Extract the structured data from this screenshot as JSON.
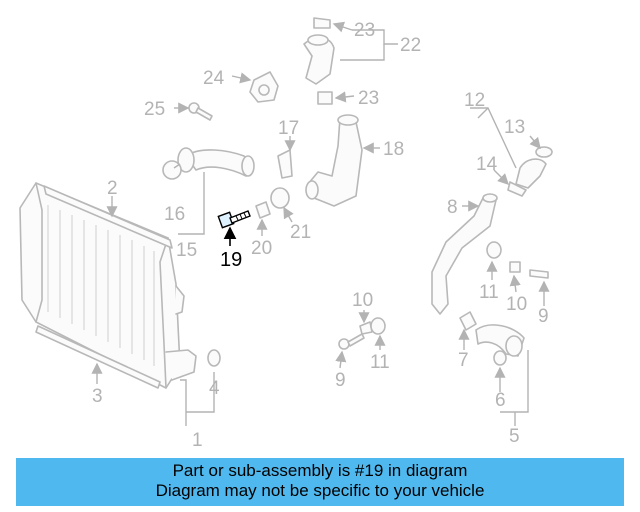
{
  "diagram": {
    "highlight_color": "#000000",
    "muted_color": "#b3b3b3",
    "callouts": {
      "c1": "1",
      "c2": "2",
      "c3": "3",
      "c4": "4",
      "c5": "5",
      "c6": "6",
      "c7": "7",
      "c8": "8",
      "c9a": "9",
      "c9b": "9",
      "c10a": "10",
      "c10b": "10",
      "c11a": "11",
      "c11b": "11",
      "c12": "12",
      "c13": "13",
      "c14": "14",
      "c15": "15",
      "c16": "16",
      "c17": "17",
      "c18": "18",
      "c19": "19",
      "c20": "20",
      "c21": "21",
      "c22": "22",
      "c23a": "23",
      "c23b": "23",
      "c24": "24",
      "c25": "25"
    }
  },
  "banner": {
    "background": "#4fb9ef",
    "line1": "Part or sub-assembly is #19 in diagram",
    "line2": "Diagram may not be specific to your vehicle"
  }
}
